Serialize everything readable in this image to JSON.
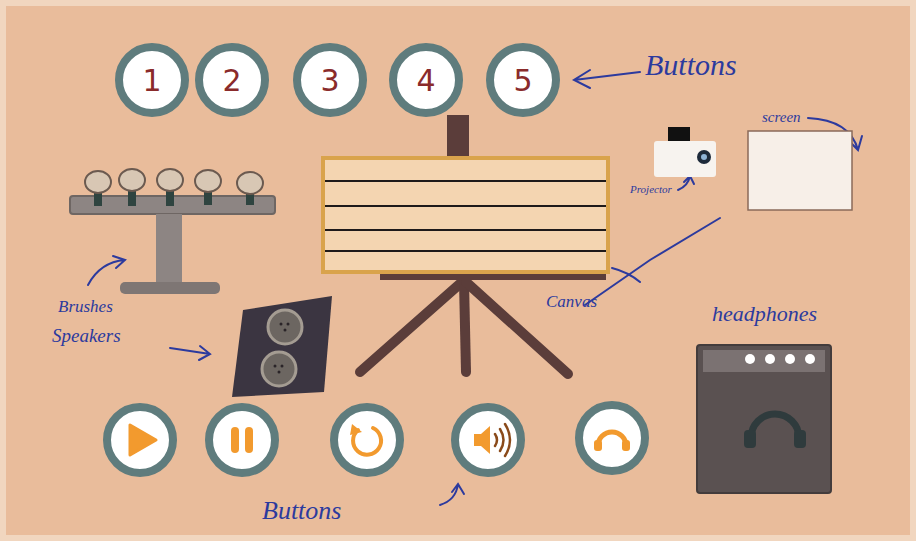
{
  "diagram": {
    "nodes": [
      {
        "text": [
          "1"
        ]
      },
      {
        "text": [
          "2"
        ]
      },
      {
        "text": [
          "3"
        ]
      },
      {
        "text": [
          "4"
        ]
      },
      {
        "text": [
          "5"
        ]
      }
    ],
    "labels": [
      "Buttons",
      "screen",
      "Projector",
      "Brushes",
      "Speakers",
      "Canvas",
      "headphones",
      "Buttons"
    ]
  }
}
